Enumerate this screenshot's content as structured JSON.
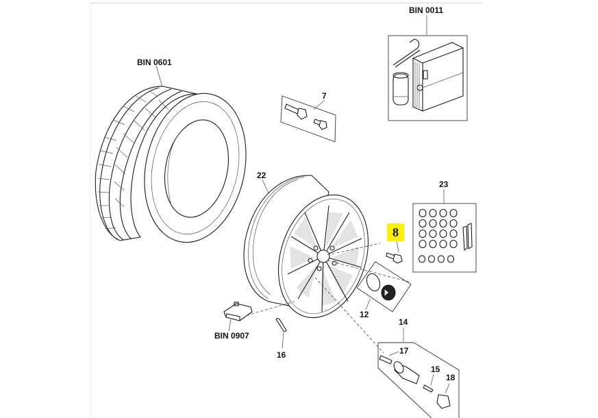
{
  "diagram": {
    "title": "Wheels and tyres parts diagram",
    "highlight_color": "#fdf200",
    "callouts": [
      {
        "id": "bin-0011",
        "label": "BIN 0011",
        "part": "tyre repair kit (compressor, sealant bottle, wrench)"
      },
      {
        "id": "bin-0601",
        "label": "BIN 0601",
        "part": "tyre"
      },
      {
        "id": "7",
        "label": "7",
        "part": "wheel bolt set"
      },
      {
        "id": "22",
        "label": "22",
        "part": "alloy wheel"
      },
      {
        "id": "23",
        "label": "23",
        "part": "bolt cap set with removal tool"
      },
      {
        "id": "8",
        "label": "8",
        "part": "wheel bolt",
        "highlighted": true
      },
      {
        "id": "12",
        "label": "12",
        "part": "centre cap with retaining ring"
      },
      {
        "id": "14",
        "label": "14",
        "part": "TPMS valve kit"
      },
      {
        "id": "17",
        "label": "17",
        "part": "screw"
      },
      {
        "id": "15",
        "label": "15",
        "part": "valve core"
      },
      {
        "id": "18",
        "label": "18",
        "part": "valve cap"
      },
      {
        "id": "bin-0907",
        "label": "BIN 0907",
        "part": "tyre pressure sensor"
      },
      {
        "id": "16",
        "label": "16",
        "part": "balance weight"
      }
    ]
  }
}
